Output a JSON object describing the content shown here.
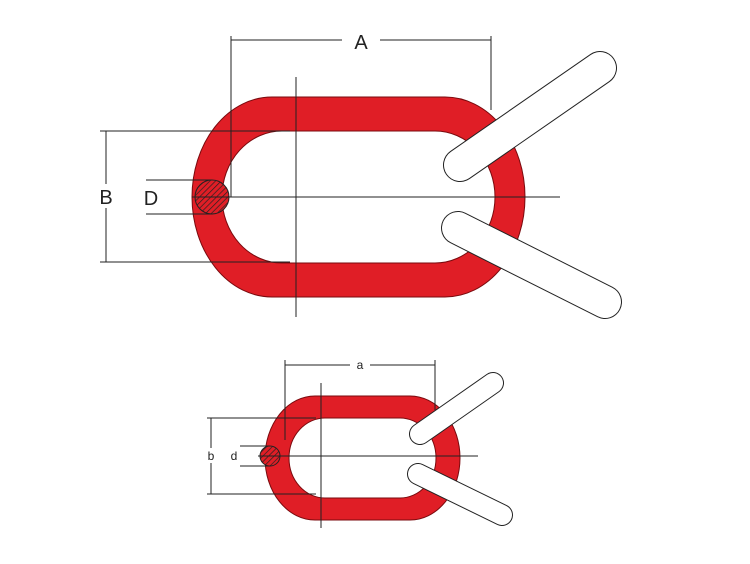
{
  "large_link": {
    "label_length": "A",
    "label_width": "B",
    "label_diameter": "D",
    "link_color": "#e01e26",
    "connector_color": "#ffffff"
  },
  "small_link": {
    "label_length": "a",
    "label_width": "b",
    "label_diameter": "d",
    "link_color": "#e01e26",
    "connector_color": "#ffffff"
  }
}
